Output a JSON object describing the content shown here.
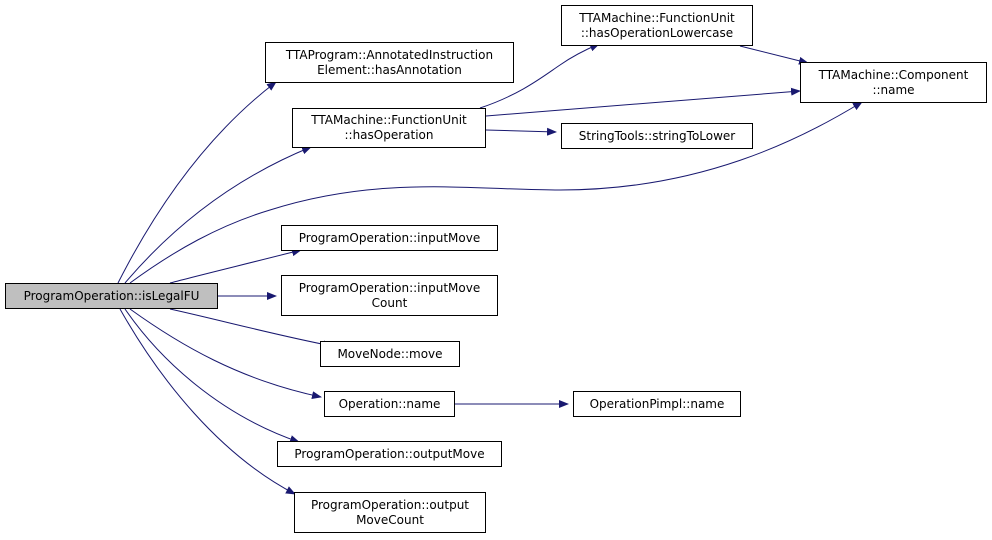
{
  "diagram": {
    "edge_color": "#191970",
    "root_fill": "#bfbfbf",
    "nodes": {
      "root": [
        "ProgramOperation::isLegalFU"
      ],
      "annotated": [
        "TTAProgram::AnnotatedInstruction",
        "Element::hasAnnotation"
      ],
      "fu_hasop": [
        "TTAMachine::FunctionUnit",
        "::hasOperation"
      ],
      "fu_hasop_lc": [
        "TTAMachine::FunctionUnit",
        "::hasOperationLowercase"
      ],
      "component_name": [
        "TTAMachine::Component",
        "::name"
      ],
      "string_to_lower": [
        "StringTools::stringToLower"
      ],
      "input_move": [
        "ProgramOperation::inputMove"
      ],
      "input_move_count": [
        "ProgramOperation::inputMove",
        "Count"
      ],
      "movenode_move": [
        "MoveNode::move"
      ],
      "operation_name": [
        "Operation::name"
      ],
      "operation_pimpl_name": [
        "OperationPimpl::name"
      ],
      "output_move": [
        "ProgramOperation::outputMove"
      ],
      "output_move_count": [
        "ProgramOperation::output",
        "MoveCount"
      ]
    },
    "edges": [
      [
        "root",
        "annotated"
      ],
      [
        "root",
        "fu_hasop"
      ],
      [
        "root",
        "component_name"
      ],
      [
        "root",
        "input_move"
      ],
      [
        "root",
        "input_move_count"
      ],
      [
        "root",
        "movenode_move"
      ],
      [
        "root",
        "operation_name"
      ],
      [
        "root",
        "output_move"
      ],
      [
        "root",
        "output_move_count"
      ],
      [
        "fu_hasop",
        "fu_hasop_lc"
      ],
      [
        "fu_hasop",
        "component_name"
      ],
      [
        "fu_hasop",
        "string_to_lower"
      ],
      [
        "fu_hasop_lc",
        "component_name"
      ],
      [
        "operation_name",
        "operation_pimpl_name"
      ]
    ]
  }
}
